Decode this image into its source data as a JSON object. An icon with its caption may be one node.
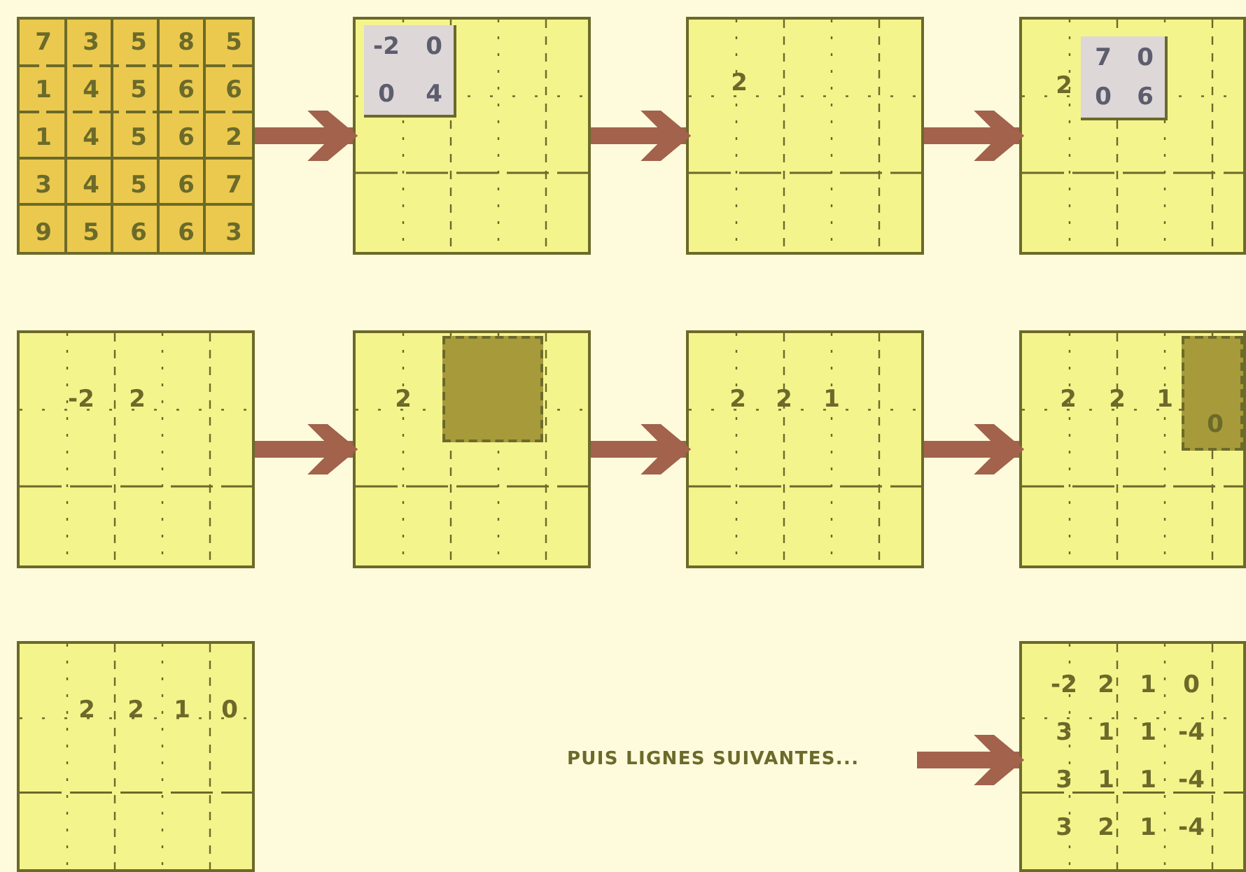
{
  "diagram": {
    "nodes": [
      {
        "text": [
          "7",
          "3",
          "5",
          "8",
          "5",
          "1",
          "4",
          "5",
          "6",
          "6",
          "1",
          "4",
          "5",
          "6",
          "2",
          "3",
          "4",
          "5",
          "6",
          "7",
          "9",
          "5",
          "6",
          "6",
          "3"
        ]
      },
      {
        "text": [],
        "shape": "box"
      },
      {
        "text": [
          "-2",
          "0",
          "0",
          "4"
        ],
        "in": 1
      },
      {
        "text": [
          "2"
        ]
      },
      {
        "text": [
          "2"
        ]
      },
      {
        "text": [
          "7",
          "0",
          "0",
          "6"
        ],
        "in": 4
      },
      {
        "text": [
          "-2",
          "2"
        ]
      },
      {
        "text": [
          "2"
        ]
      },
      {
        "text": [],
        "shape": "box",
        "in": 7
      },
      {
        "text": [
          "2",
          "2",
          "1"
        ]
      },
      {
        "text": [
          "2",
          "2",
          "1"
        ]
      },
      {
        "text": [
          "0"
        ],
        "in": 10
      },
      {
        "text": [
          "2",
          "2",
          "1",
          "0"
        ]
      },
      {
        "text": [
          "PUIS LIGNES SUIVANTES..."
        ]
      },
      {
        "text": [
          "-2",
          "2",
          "1",
          "0",
          "3",
          "1",
          "1",
          "-4",
          "3",
          "1",
          "1",
          "-4",
          "3",
          "2",
          "1",
          "-4"
        ]
      }
    ],
    "edges": [
      {
        "from": 0,
        "to": 1,
        "arrow": "to"
      },
      {
        "from": 1,
        "to": 3,
        "arrow": "to"
      },
      {
        "from": 3,
        "to": 4,
        "arrow": "to"
      },
      {
        "from": 6,
        "to": 7,
        "arrow": "to"
      },
      {
        "from": 7,
        "to": 9,
        "arrow": "to"
      },
      {
        "from": 9,
        "to": 10,
        "arrow": "to"
      },
      {
        "from": 13,
        "to": 14,
        "arrow": "to"
      }
    ]
  }
}
